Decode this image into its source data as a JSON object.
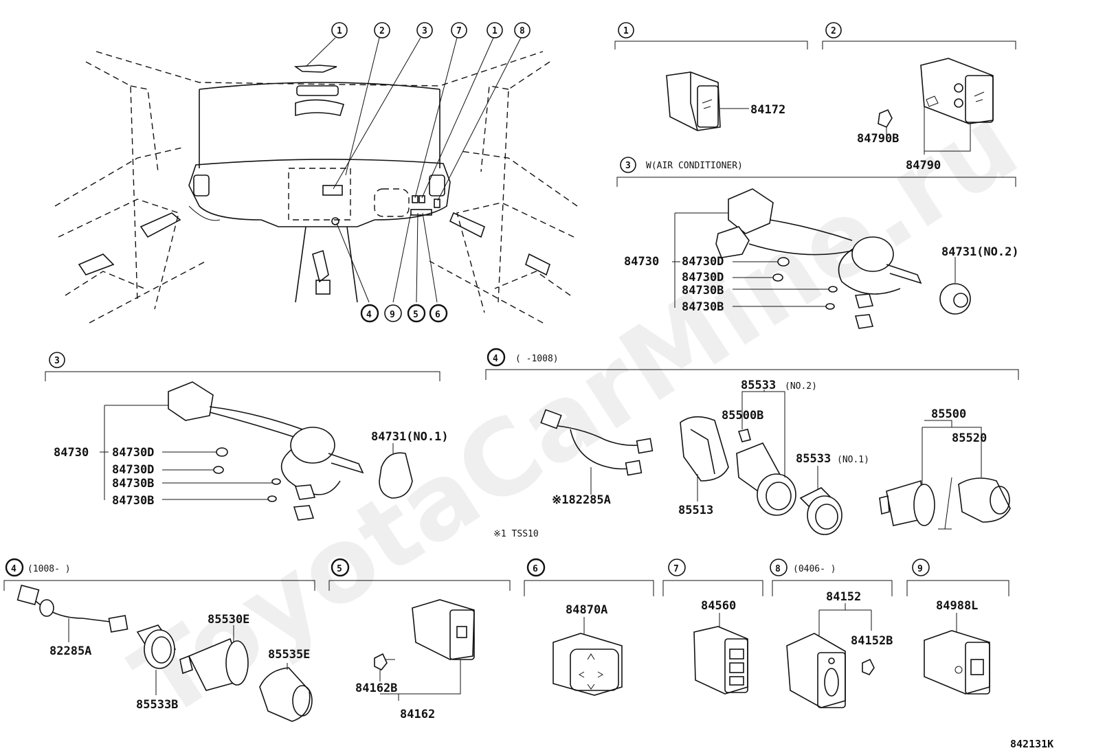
{
  "watermark": "ToyotaCarMine.ru",
  "drawing_id": "842131K",
  "overview_callouts": [
    "1",
    "2",
    "3",
    "7",
    "1",
    "8",
    "4",
    "9",
    "5",
    "6"
  ],
  "sections": {
    "s1": {
      "num": "1",
      "parts": {
        "p84172": "84172"
      }
    },
    "s2": {
      "num": "2",
      "parts": {
        "p84790B": "84790B",
        "p84790": "84790"
      }
    },
    "s3a": {
      "num": "3",
      "cond": "W(AIR CONDITIONER)",
      "parts": {
        "p84730": "84730",
        "d1": "84730D",
        "d2": "84730D",
        "b1": "84730B",
        "b2": "84730B",
        "knob": "84731(NO.2)"
      }
    },
    "s3b": {
      "num": "3",
      "parts": {
        "p84730": "84730",
        "d1": "84730D",
        "d2": "84730D",
        "b1": "84730B",
        "b2": "84730B",
        "knob": "84731(NO.1)"
      }
    },
    "s4a": {
      "num": "4",
      "range": "(     -1008)",
      "parts": {
        "p85533": "85533",
        "p85533no2": "(NO.2)",
        "p85500B": "85500B",
        "p85533b": "85533",
        "p85533no1": "(NO.1)",
        "p85500": "85500",
        "p85520": "85520",
        "p85513": "85513",
        "p82285": "※182285A"
      },
      "note": "※1  TSS10"
    },
    "s4b": {
      "num": "4",
      "range": "(1008-      )",
      "parts": {
        "p82285A": "82285A",
        "p85533B": "85533B",
        "p85530E": "85530E",
        "p85535E": "85535E"
      }
    },
    "s5": {
      "num": "5",
      "parts": {
        "p84162B": "84162B",
        "p84162": "84162"
      }
    },
    "s6": {
      "num": "6",
      "parts": {
        "p84870A": "84870A"
      }
    },
    "s7": {
      "num": "7",
      "parts": {
        "p84560": "84560"
      }
    },
    "s8": {
      "num": "8",
      "range": "(0406-     )",
      "parts": {
        "p84152": "84152",
        "p84152B": "84152B"
      }
    },
    "s9": {
      "num": "9",
      "parts": {
        "p84988L": "84988L"
      }
    }
  }
}
